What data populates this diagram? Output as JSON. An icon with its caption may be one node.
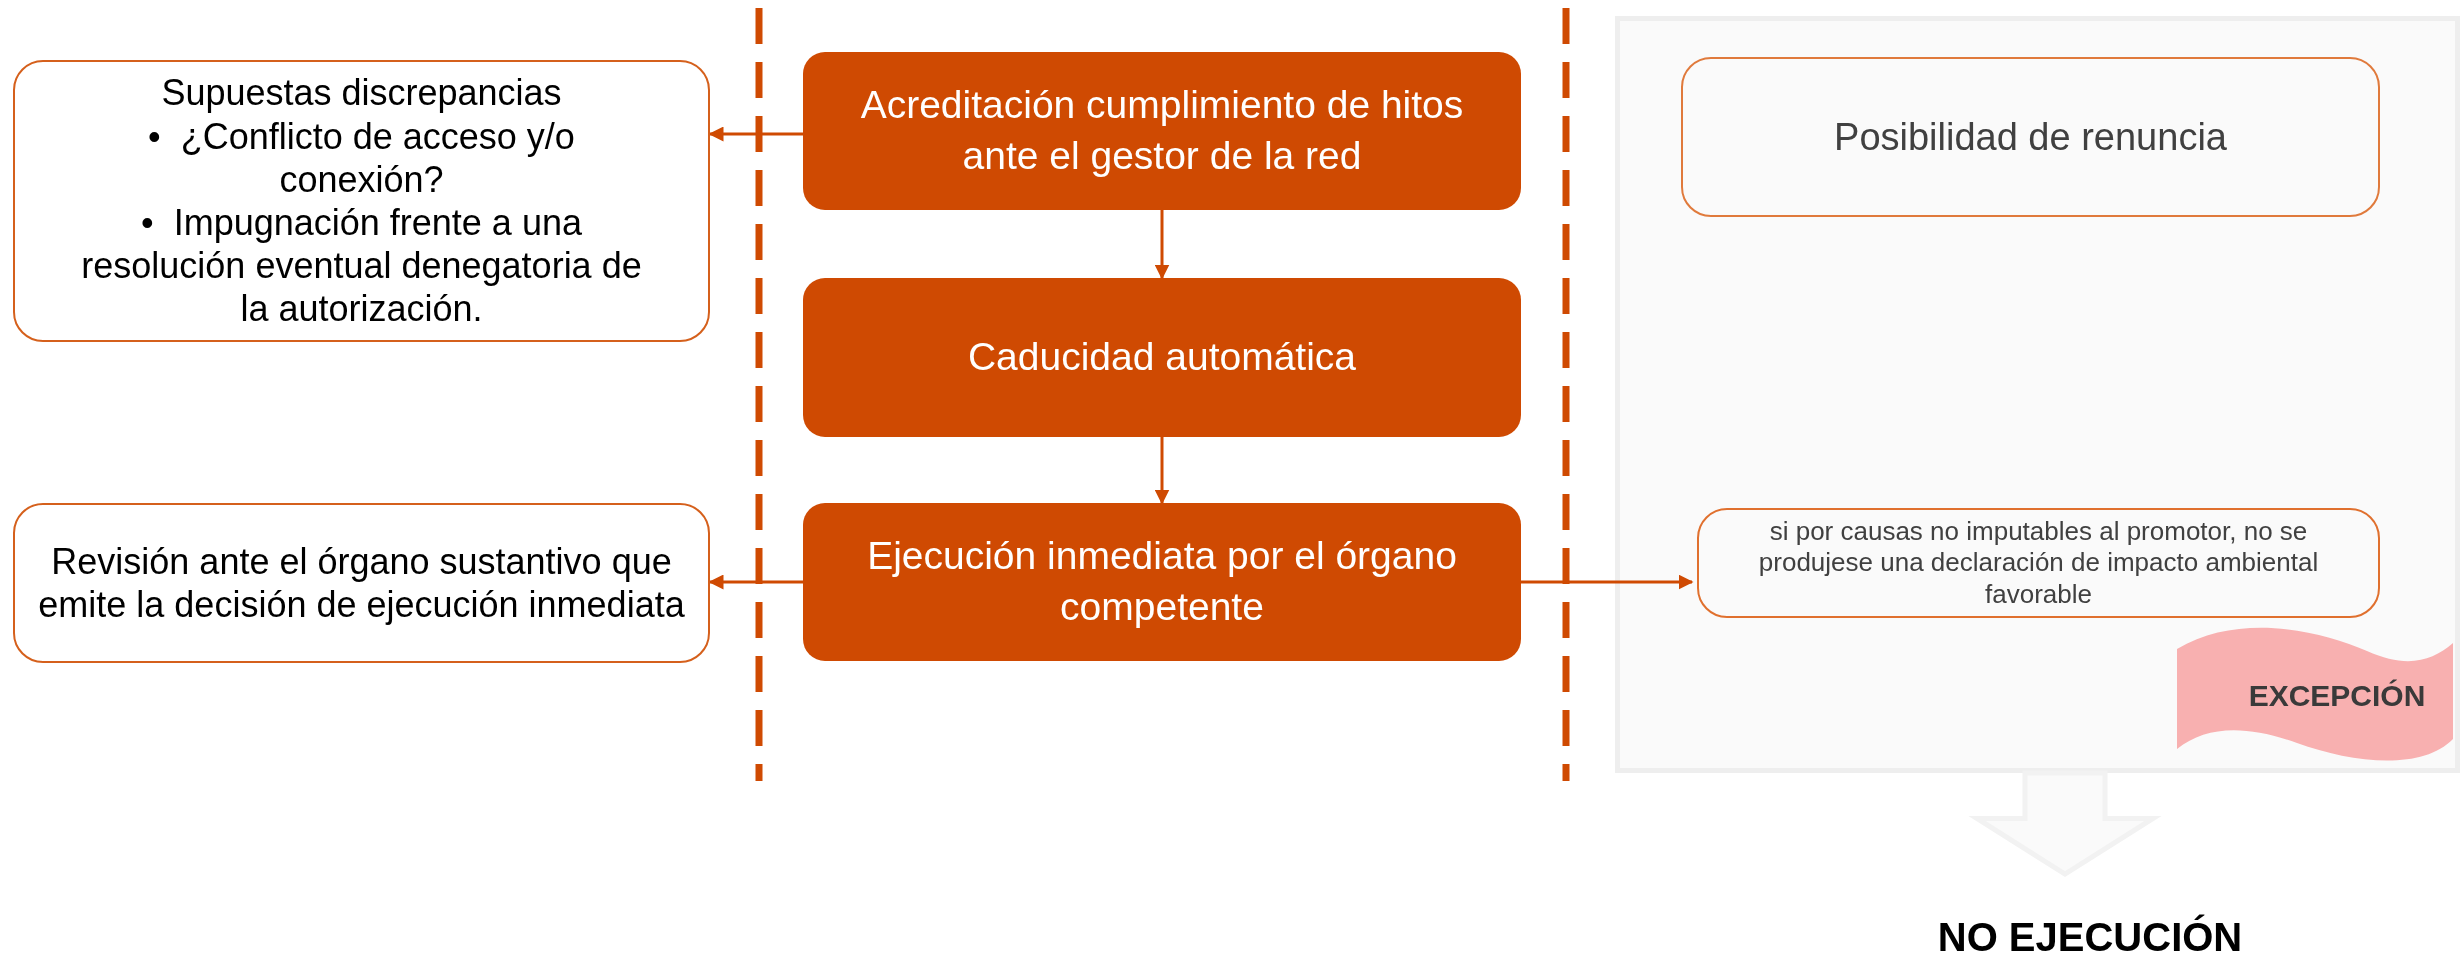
{
  "diagram": {
    "nodes": [
      {
        "text": [
          "Supuestas discrepancias",
          "•  ¿Conflicto de acceso y/o conexión?",
          "•  Impugnación frente a una resolución eventual denegatoria de la autorización."
        ]
      },
      {
        "text": [
          "Acreditación cumplimiento de hitos ante el gestor de la red"
        ]
      },
      {
        "text": [
          "Caducidad automática"
        ]
      },
      {
        "text": [
          "Ejecución inmediata por el órgano competente"
        ]
      },
      {
        "text": [
          "Revisión ante el órgano sustantivo que emite la decisión de ejecución inmediata"
        ]
      },
      {
        "text": [],
        "shape": "box"
      },
      {
        "text": [
          "Posibilidad de renuncia"
        ],
        "in": 5
      },
      {
        "text": [
          "si por causas no imputables al promotor, no se produjese una declaración de impacto ambiental favorable"
        ],
        "in": 5
      },
      {
        "text": [
          "EXCEPCIÓN"
        ],
        "in": 5
      },
      {
        "text": [
          "NO EJECUCIÓN"
        ]
      }
    ],
    "edges": [
      {
        "from": 1,
        "to": 0,
        "arrow": "to"
      },
      {
        "from": 1,
        "to": 2,
        "arrow": "to"
      },
      {
        "from": 2,
        "to": 3,
        "arrow": "to"
      },
      {
        "from": 3,
        "to": 4,
        "arrow": "to"
      },
      {
        "from": 3,
        "to": 7,
        "arrow": "to"
      },
      {
        "from": 5,
        "to": 9,
        "arrow": "to",
        "style": "thick",
        "color": "#f2f2f2"
      }
    ]
  }
}
